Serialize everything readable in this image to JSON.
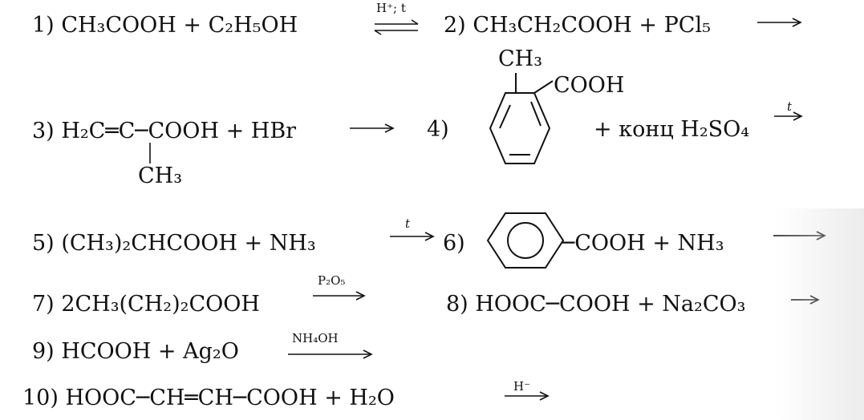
{
  "reactions": [
    {
      "num": "1)",
      "reactants": "CH₃COOH + C₂H₅OH",
      "condition": "H⁺; t"
    },
    {
      "num": "2)",
      "reactants": "CH₃CH₂COOH + PCl₅"
    },
    {
      "num": "3)",
      "main_chain": "H₂C═C─COOH + HBr",
      "substituent": "CH₃"
    },
    {
      "num": "4)",
      "substituent_top": "CH₃",
      "substituent_right": "COOH",
      "reagent": "+ конц H₂SO₄",
      "condition": "t"
    },
    {
      "num": "5)",
      "reactants": "(CH₃)₂CHCOOH + NH₃",
      "condition": "t"
    },
    {
      "num": "6)",
      "substituent": "─COOH + NH₃"
    },
    {
      "num": "7)",
      "reactants": "2CH₃(CH₂)₂COOH",
      "condition": "P₂O₅"
    },
    {
      "num": "8)",
      "reactants": "HOOC─COOH + Na₂CO₃"
    },
    {
      "num": "9)",
      "reactants": "HCOOH + Ag₂O",
      "condition": "NH₄OH"
    },
    {
      "num": "10)",
      "reactants": "HOOC─CH═CH─COOH + H₂O",
      "condition": "H⁻"
    }
  ]
}
